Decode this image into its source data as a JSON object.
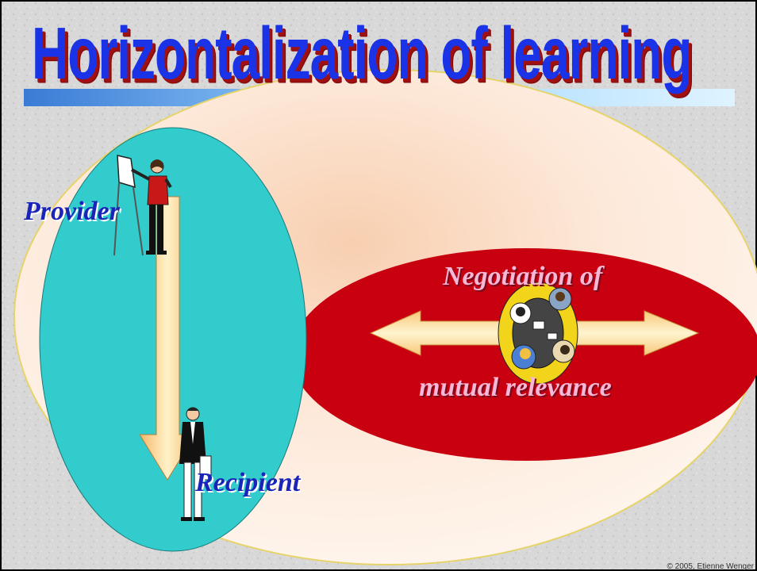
{
  "slide": {
    "title": "Horizontalization of learning",
    "labels": {
      "provider": "Provider",
      "recipient": "Recipient",
      "negotiation_line1": "Negotiation of",
      "negotiation_line2": "mutual relevance"
    },
    "copyright": "© 2005, Etienne Wenger"
  },
  "colors": {
    "title": "#1a33e6",
    "title_shadow": "#a01010",
    "teal_ellipse": "#33cccc",
    "red_ellipse": "#c8000f",
    "large_ellipse": "#fdeee0",
    "arrow": "#fde2a8",
    "label_blue": "#1a24b8",
    "label_pink": "#f7b8d8"
  },
  "icons": {
    "presenter": "presenter-at-flipchart",
    "businessman": "businessman-with-folder",
    "meeting": "people-around-table"
  }
}
